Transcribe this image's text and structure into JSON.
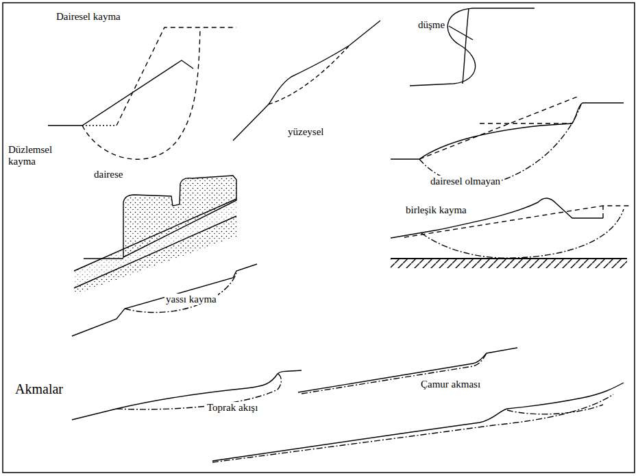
{
  "diagram": {
    "labels": [
      "Dairesel kayma",
      "dairese",
      "yüzeysel",
      "düşme",
      "dairesel olmayan",
      "Düzlemsel kayma",
      "birleşik kayma",
      "yassı kayma",
      "Akmalar",
      "Toprak akışı",
      "Çamur akması"
    ]
  }
}
